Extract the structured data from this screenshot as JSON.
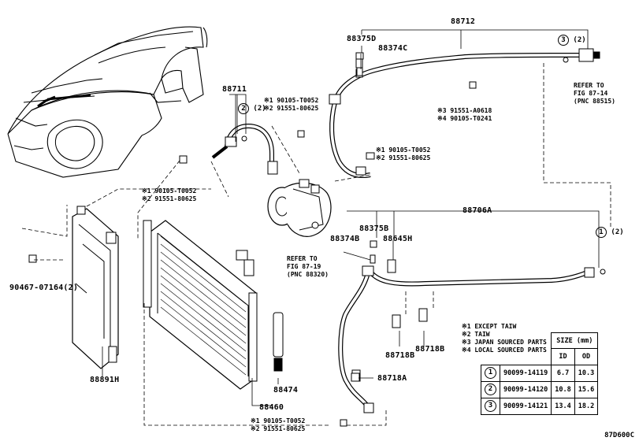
{
  "parts": {
    "p88712": "88712",
    "p88375d": "88375D",
    "p88374c": "88374C",
    "p88711": "88711",
    "p88706a": "88706A",
    "p88375b": "88375B",
    "p88374b": "88374B",
    "p88645h": "88645H",
    "p88718b_1": "88718B",
    "p88718b_2": "88718B",
    "p88718a": "88718A",
    "p88474": "88474",
    "p88460": "88460",
    "p88891h": "88891H",
    "p90467": "90467-07164(2)"
  },
  "circle_refs": {
    "ref3": {
      "num": "3",
      "qty": "(2)"
    },
    "ref2": {
      "num": "2",
      "qty": "(2)"
    },
    "ref1": {
      "num": "1",
      "qty": "(2)"
    }
  },
  "fasteners": {
    "f_top_right": [
      "※3 91551-A0618",
      "※4 90105-T0241"
    ],
    "f_center_top": [
      "※1 90105-T0052",
      "※2 91551-80625"
    ],
    "f_center_mid": [
      "※1 90105-T0052",
      "※2 91551-80625"
    ],
    "f_left_mid": [
      "※1 90105-T0052",
      "※2 91551-80625"
    ],
    "f_bottom": [
      "※1 90105-T0052",
      "※2 91551-80625"
    ]
  },
  "refer_to": {
    "r_top": [
      "REFER TO",
      "FIG 87-14",
      "(PNC 88515)"
    ],
    "r_mid": [
      "REFER TO",
      "FIG 87-19",
      "(PNC 88320)"
    ]
  },
  "notes": [
    "※1 EXCEPT TAIW",
    "※2 TAIW",
    "※3 JAPAN SOURCED PARTS",
    "※4 LOCAL SOURCED PARTS"
  ],
  "size_table": {
    "title": "SIZE (mm)",
    "col_id": "ID",
    "col_od": "OD",
    "rows": [
      {
        "idx": "1",
        "part": "90099-14119",
        "id": "6.7",
        "od": "10.3"
      },
      {
        "idx": "2",
        "part": "90099-14120",
        "id": "10.8",
        "od": "15.6"
      },
      {
        "idx": "3",
        "part": "90099-14121",
        "id": "13.4",
        "od": "18.2"
      }
    ]
  },
  "figure_code": "87D600C"
}
